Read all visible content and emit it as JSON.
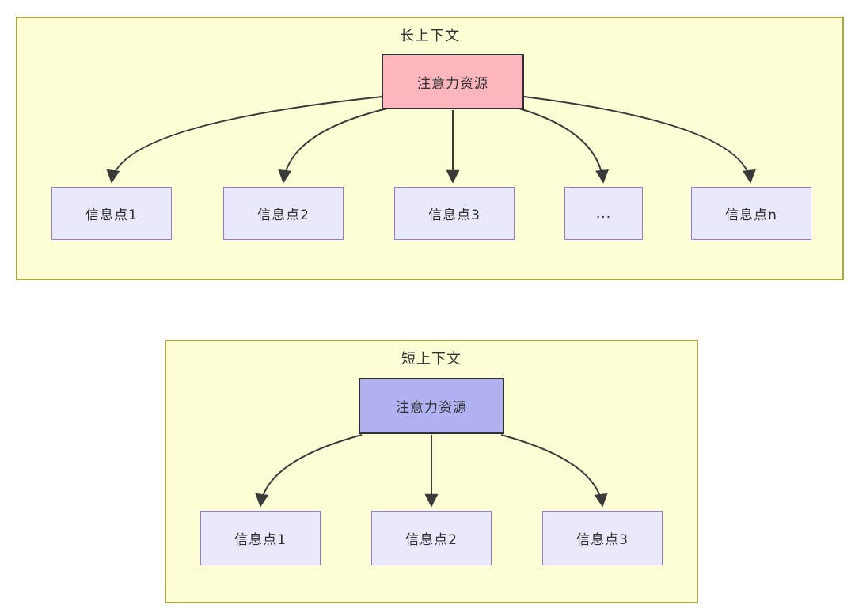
{
  "diagram": {
    "panels": [
      {
        "id": "long-context",
        "title": "长上下文",
        "attention_label": "注意力资源",
        "attention_color": "#FBB5BC",
        "info_points": [
          "信息点1",
          "信息点2",
          "信息点3",
          "...",
          "信息点n"
        ],
        "edges": [
          {
            "from": "注意力资源",
            "to": "信息点1"
          },
          {
            "from": "注意力资源",
            "to": "信息点2"
          },
          {
            "from": "注意力资源",
            "to": "信息点3"
          },
          {
            "from": "注意力资源",
            "to": "..."
          },
          {
            "from": "注意力资源",
            "to": "信息点n"
          }
        ]
      },
      {
        "id": "short-context",
        "title": "短上下文",
        "attention_label": "注意力资源",
        "attention_color": "#B0B2F2",
        "info_points": [
          "信息点1",
          "信息点2",
          "信息点3"
        ],
        "edges": [
          {
            "from": "注意力资源",
            "to": "信息点1"
          },
          {
            "from": "注意力资源",
            "to": "信息点2"
          },
          {
            "from": "注意力资源",
            "to": "信息点3"
          }
        ]
      }
    ],
    "colors": {
      "panel_background": "#FDFDD6",
      "panel_border": "#A9A94B",
      "attention_long_fill": "#FBB5BC",
      "attention_short_fill": "#B0B2F2",
      "attention_border": "#2F2F2F",
      "info_fill": "#E9E9FC",
      "info_border": "#9878D8",
      "arrow": "#3A3A3A",
      "text": "#333333"
    }
  }
}
